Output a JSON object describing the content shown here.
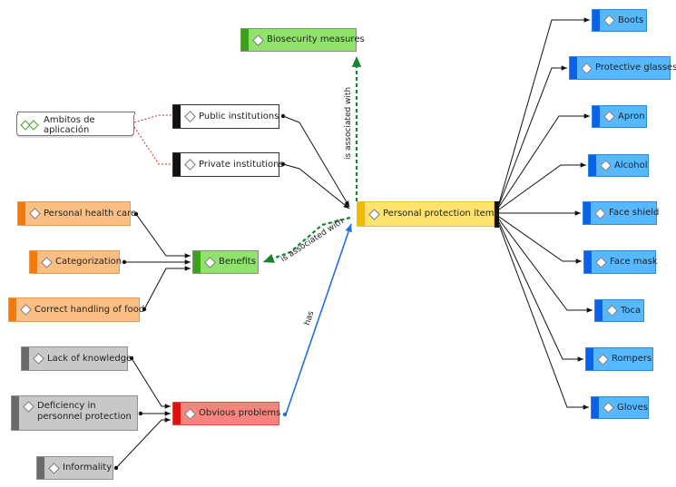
{
  "nodes": {
    "biosecurity": "Biosecurity measures",
    "public": "Public institutions",
    "private": "Private institutions",
    "ambitos": "Ambitos de aplicación",
    "health_care": "Personal health care",
    "categorization": "Categorization",
    "correct_handling": "Correct handling of food",
    "benefits": "Benefits",
    "ppi": "Personal protection items",
    "lack_knowledge": "Lack of knowledge",
    "deficiency": "Deficiency in personnel protection",
    "informality": "Informality",
    "obvious_problems": "Obvious problems",
    "boots": "Boots",
    "glasses": "Protective glasses",
    "apron": "Apron",
    "alcohol": "Alcohol",
    "face_shield": "Face shield",
    "face_mask": "Face mask",
    "toca": "Toca",
    "rompers": "Rompers",
    "gloves": "Gloves"
  },
  "edge_labels": {
    "is_associated_with_1": "is associated with",
    "is_associated_with_2": "is associated with",
    "has": "has"
  },
  "colors": {
    "green_link": "#17852f",
    "blue_link": "#1f6fe0",
    "red_dotted": "#cc2a2a"
  }
}
